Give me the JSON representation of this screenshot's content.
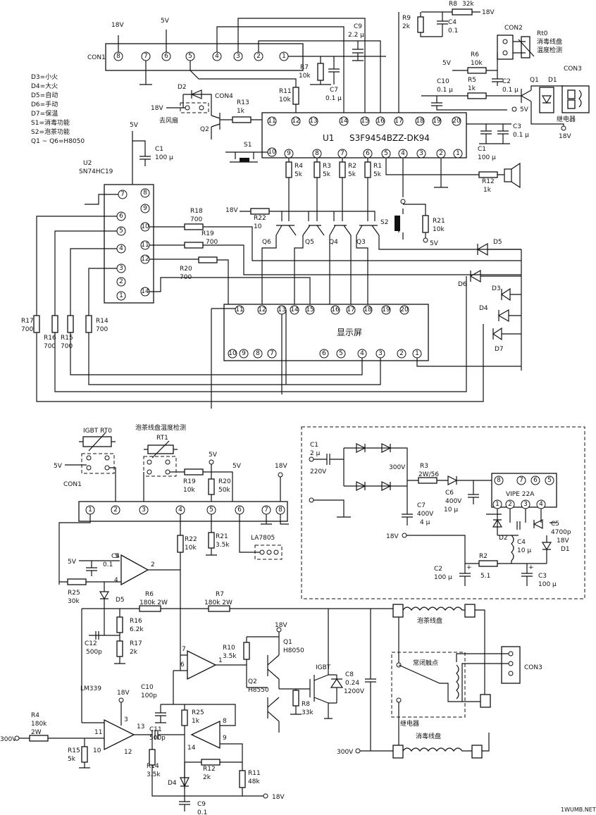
{
  "top": {
    "chips": {
      "u1_ref": "U1",
      "u1_part": "S3F9454BZZ-DK94",
      "u2_ref": "U2",
      "u2_part": "SN74HC19",
      "display": "显示屏",
      "con1": "CON1",
      "con2": "CON2",
      "con3": "CON3",
      "con4": "CON4",
      "relay": "继电器"
    },
    "legend": [
      "D3=小火",
      "D4=大火",
      "D5=自动",
      "D6=手动",
      "D7=保温",
      "S1=消毒功能",
      "S2=泡茶功能",
      "Q1 ~ Q6=H8050"
    ],
    "parts": {
      "r8": "R8",
      "r8v": "32k",
      "r9": "R9",
      "r9v": "2k",
      "c4": "C4",
      "c4v": "0.1",
      "c9": "C9",
      "c9v": "2.2 μ",
      "rt0": "Rt0",
      "rt0_note1": "消毒线盘",
      "rt0_note2": "温度检测",
      "r6": "R6",
      "r6v": "10k",
      "r5": "R5",
      "r5v": "1k",
      "c10": "C10",
      "c10v": "0.1 μ",
      "c2": "C2",
      "c2v": "0.1 μ",
      "q1": "Q1",
      "d1": "D1",
      "r7": "R7",
      "r7v": "10k",
      "c7": "C7",
      "c7v": "0.1 μ",
      "r11": "R11",
      "r11v": "10k",
      "r13": "R13",
      "r13v": "1k",
      "d2": "D2",
      "q2": "Q2",
      "fan": "去风扇",
      "c1": "C1",
      "c1v": "100 μ",
      "c3": "C3",
      "c3v": "0.1 μ",
      "c1b": "C1",
      "c1bv": "100 μ",
      "s1": "S1",
      "s2": "S2",
      "r4": "R4",
      "r3": "R3",
      "r2": "R2",
      "r1": "R1",
      "r5k": "5k",
      "r12": "R12",
      "r12v": "1k",
      "r22": "R22",
      "r22v": "10",
      "r21": "R21",
      "r21v": "10k",
      "q6": "Q6",
      "q5": "Q5",
      "q4": "Q4",
      "q3": "Q3",
      "r18": "R18",
      "r19": "R19",
      "r20": "R20",
      "r700": "700",
      "r17": "R17",
      "r16": "R16",
      "r15": "R15",
      "r14": "R14",
      "d3": "D3",
      "d4": "D4",
      "d5": "D5",
      "d6": "D6",
      "d7": "D7"
    },
    "rails": {
      "v18": "18V",
      "v5": "5V"
    }
  },
  "bottom": {
    "labels": {
      "igbt_rt0": "IGBT  RT0",
      "tea_temp": "泡茶线盘温度检测",
      "rt1": "RT1",
      "con1": "CON1",
      "la7805": "LA7805",
      "lm339": "LM339",
      "igbt": "IGBT",
      "tea_coil": "泡茶线盘",
      "nc_contact": "常闭触点",
      "relay": "继电器",
      "dis_coil": "消毒线盘",
      "con3": "CON3",
      "vipe": "VIPE 22A",
      "v220": "220V",
      "v300": "300V",
      "v300b": "300V",
      "v18": "18V",
      "v5": "5V"
    },
    "parts": {
      "r19": "R19",
      "r19v": "10k",
      "r20": "R20",
      "r20v": "50k",
      "r21": "R21",
      "r21v": "3.5k",
      "r22": "R22",
      "r22v": "10k",
      "r25": "R25",
      "r25v": "30k",
      "c4": "C4",
      "c4v": "0.1",
      "d5": "D5",
      "r6": "R6",
      "r6v": "180k  2W",
      "r7": "R7",
      "r7v": "180k  2W",
      "r16": "R16",
      "r16v": "6.2k",
      "r17": "R17",
      "r17v": "2k",
      "c12": "C12",
      "c12v": "500p",
      "r10": "R10",
      "r10v": "3.5k",
      "q1": "Q1",
      "q1v": "H8050",
      "q2": "Q2",
      "q2v": "H8550",
      "r8": "R8",
      "r8v": "33k",
      "c8": "C8",
      "c8v": "0.24",
      "c8v2": "1200V",
      "c10": "C10",
      "c10v": "100p",
      "r25b": "R25",
      "r25bv": "1k",
      "c11": "C11",
      "c11v": "500p",
      "r4": "R4",
      "r4v": "180k",
      "r4w": "2W",
      "r15": "R15",
      "r15v": "5k",
      "r14": "R14",
      "r14v": "3.5k",
      "r12": "R12",
      "r12v": "2k",
      "r11": "R11",
      "r11v": "48k",
      "d4": "D4",
      "c9": "C9",
      "c9v": "0.1",
      "c1": "C1",
      "c1v": "2 μ",
      "r3": "R3",
      "r3v": "2W/56",
      "c7": "C7",
      "c7v": "400V",
      "c7v2": "4 μ",
      "c6": "C6",
      "c6v": "400V",
      "c6v2": "10 μ",
      "c5": "C5",
      "c5v": "4700p",
      "c5v2": "18V",
      "c4b": "C4",
      "c4bv": "10 μ",
      "d1": "D1",
      "d2": "D2",
      "c2": "C2",
      "c2v": "100 μ",
      "r2": "R2",
      "r2v": "5.1",
      "c3": "C3",
      "c3v": "100 μ"
    }
  },
  "watermark": "1WUMB.NET"
}
